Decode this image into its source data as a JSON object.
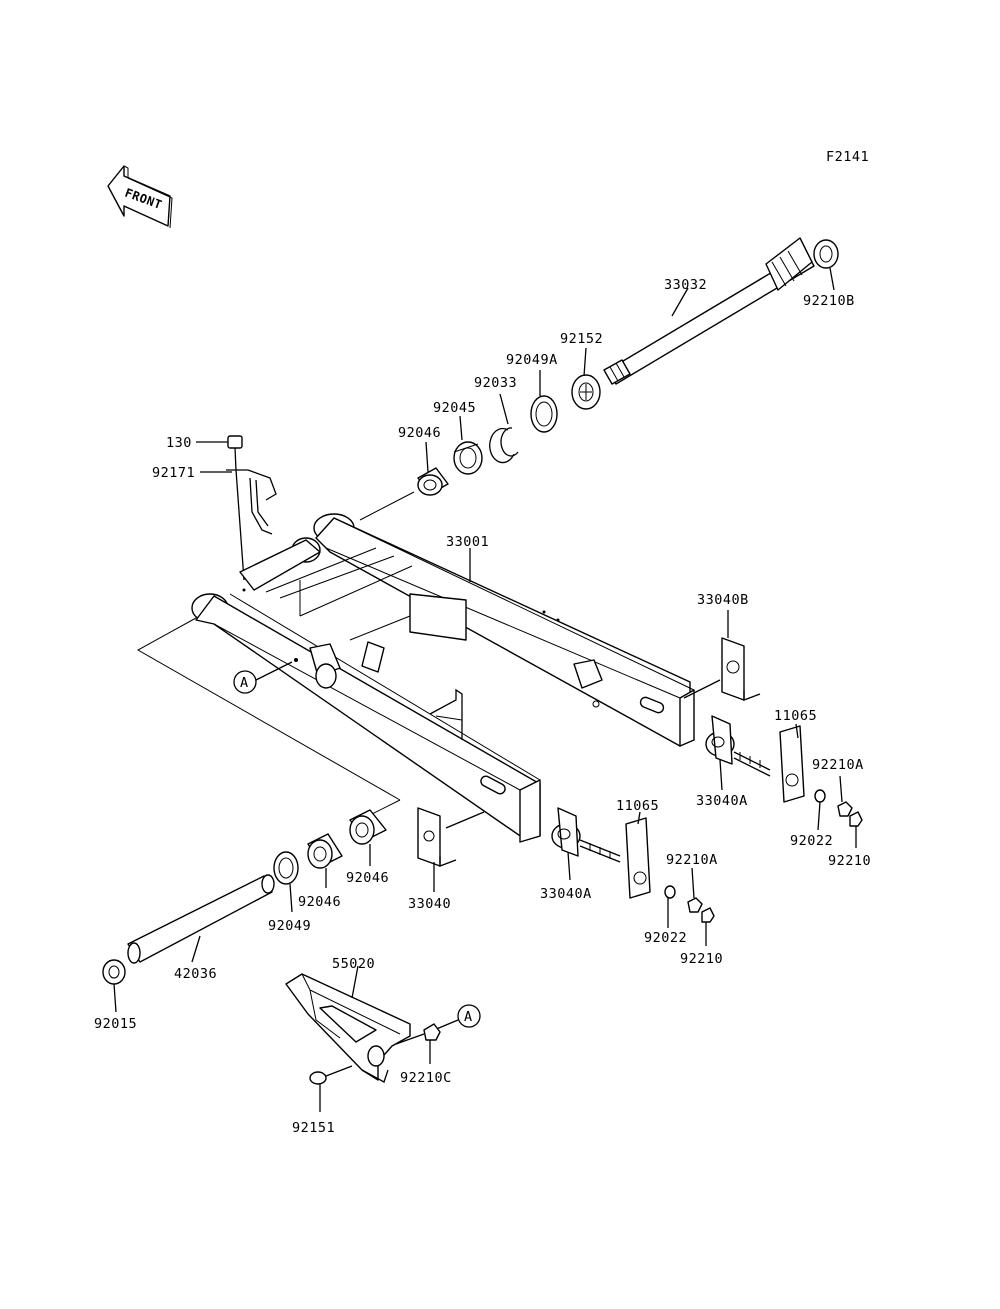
{
  "diagram_code": "F2141",
  "front_label": "FRONT",
  "ref_marker": "A",
  "parts": {
    "p33032": "33032",
    "p92210B": "92210B",
    "p92152": "92152",
    "p92049A": "92049A",
    "p92033": "92033",
    "p92045": "92045",
    "p92046a": "92046",
    "p130": "130",
    "p92171": "92171",
    "p33001": "33001",
    "p33040B": "33040B",
    "p11065a": "11065",
    "p92210Aa": "92210A",
    "p33040Aa": "33040A",
    "p92022a": "92022",
    "p92210a": "92210",
    "p92046b": "92046",
    "p92046c": "92046",
    "p92049": "92049",
    "p33040": "33040",
    "p11065b": "11065",
    "p33040Ab": "33040A",
    "p92210Ab": "92210A",
    "p92022b": "92022",
    "p92210b": "92210",
    "p42036": "42036",
    "p92015": "92015",
    "p55020": "55020",
    "p92210C": "92210C",
    "p92151": "92151"
  }
}
